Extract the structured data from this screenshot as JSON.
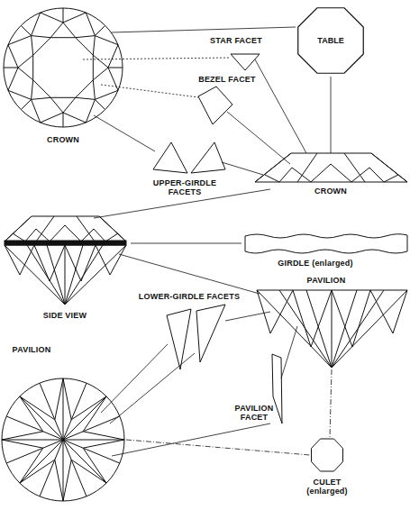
{
  "diagram": {
    "nodes": [
      {
        "text": [
          "TABLE"
        ]
      }
    ],
    "labels": [
      "STAR FACET",
      "BEZEL FACET",
      "CROWN",
      "UPPER-GIRDLE FACETS",
      "CROWN",
      "SIDE VIEW",
      "GIRDLE (enlarged)",
      "PAVILION",
      "LOWER-GIRDLE FACETS",
      "PAVILION",
      "PAVILION FACET",
      "CULET (enlarged)"
    ]
  }
}
